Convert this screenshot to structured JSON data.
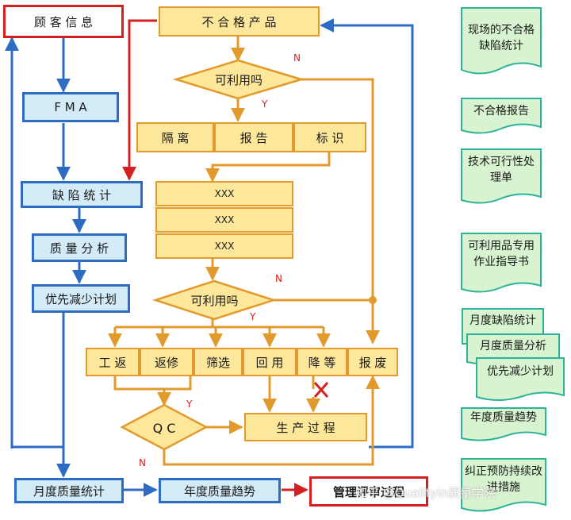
{
  "left_column": {
    "customer_info": "顾 客 信 息",
    "fma": "F M A",
    "defect_stats": "缺 陷 统 计",
    "quality_analysis": "质 量 分 析",
    "priority_plan": "优先减少计划",
    "monthly_stats": "月度质量统计",
    "annual_trend": "年度质量趋势",
    "management_review": "管理评审过程"
  },
  "main_flow": {
    "nonconforming": "不 合 格 产 品",
    "usable_1": "可利用吗",
    "isolate": "隔 离",
    "report": "报 告",
    "mark": "标 识",
    "xxx_1": "XXX",
    "xxx_2": "XXX",
    "xxx_3": "XXX",
    "usable_2": "可利用吗",
    "rework": "工 返",
    "repair": "返修",
    "screen": "筛选",
    "reuse": "回 用",
    "downgrade": "降 等",
    "scrap": "报 废",
    "qc": "Q C",
    "production": "生 产 过 程"
  },
  "branch_labels": {
    "n1": "N",
    "y1": "Y",
    "n2": "N",
    "y2": "Y",
    "y3": "Y",
    "n3": "N"
  },
  "documents": [
    "现场的不合格缺陷统计",
    "不合格报告",
    "技术可行性处理单",
    "可利用品专用作业指导书",
    "月度缺陷统计",
    "月度质量分析",
    "优先减少计划",
    "年度质量趋势",
    "纠正预防持续改进措施"
  ],
  "watermark": "知乎 @Qualityin质量学院",
  "colors": {
    "flow_fill": "#fde79a",
    "flow_border": "#e39a2d",
    "left_fill": "#d3ebf7",
    "left_border": "#2d6cc4",
    "red": "#d42020",
    "doc_fill": "#d8f3d0",
    "doc_border": "#2fb398"
  }
}
